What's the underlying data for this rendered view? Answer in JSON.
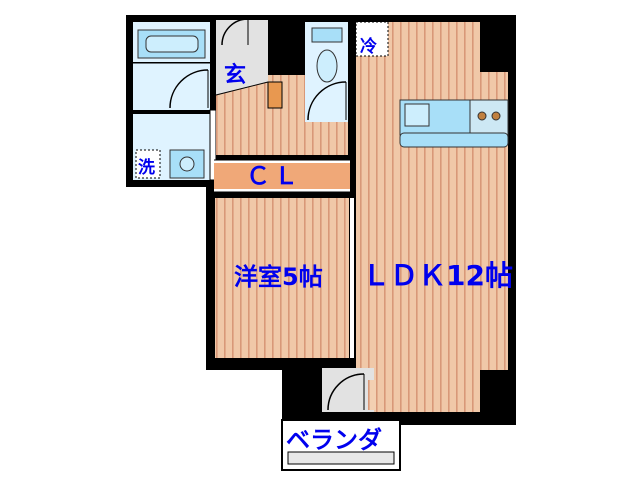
{
  "floorplan": {
    "rooms": {
      "entrance": "玄",
      "closet": "ＣＬ",
      "western_room": "洋室5帖",
      "ldk": "ＬＤＫ12帖",
      "balcony": "ベランダ"
    },
    "symbols": {
      "washer": "洗",
      "fridge": "冷"
    },
    "colors": {
      "wall": "#000000",
      "floor_wood": "#f0c8a8",
      "floor_stripe": "#d89878",
      "closet_orange": "#f0a878",
      "wet_area": "#dff3ff",
      "fixture_blue": "#a8dff8",
      "label": "#0000ee"
    }
  }
}
